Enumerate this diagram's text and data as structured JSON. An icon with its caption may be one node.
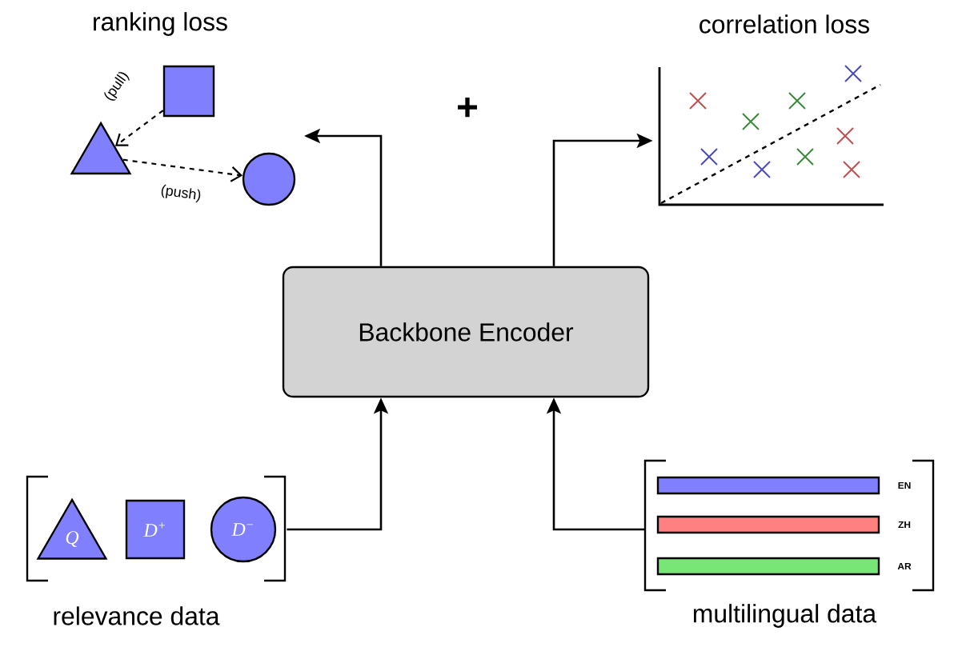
{
  "diagram": {
    "nodes": [
      {
        "text": [
          "Backbone Encoder"
        ]
      },
      {
        "text": [],
        "shape": "triangle"
      },
      {
        "text": [],
        "shape": "box"
      },
      {
        "text": [],
        "shape": "circle"
      },
      {
        "text": [
          "correlation loss"
        ]
      },
      {
        "text": [
          "relevance data"
        ]
      },
      {
        "text": [
          "Q"
        ],
        "in": 5
      },
      {
        "text": [
          "D$^{+}$"
        ],
        "in": 5
      },
      {
        "text": [
          "D$^{−}$"
        ],
        "in": 5
      },
      {
        "text": [
          "multilingual data"
        ]
      },
      {
        "text": [],
        "shape": "bar",
        "beside": [
          "EN"
        ],
        "in": 9
      },
      {
        "text": [],
        "shape": "bar",
        "beside": [
          "ZH"
        ],
        "in": 9
      },
      {
        "text": [],
        "shape": "bar",
        "beside": [
          "AR"
        ],
        "in": 9
      }
    ],
    "edges": [
      {
        "from": 5,
        "to": 0,
        "arrow": "to"
      },
      {
        "from": 9,
        "to": 0,
        "arrow": "to"
      },
      {
        "from": 0,
        "to": null,
        "arrow": "to"
      },
      {
        "from": 0,
        "to": 4,
        "arrow": "to"
      },
      {
        "from": 2,
        "to": 1,
        "arrow": "to",
        "style": "dashed",
        "label": "(pull)"
      },
      {
        "from": 1,
        "to": 3,
        "arrow": "to",
        "style": "dashed",
        "label": "(push)"
      }
    ],
    "labels": [
      "ranking loss",
      "+"
    ]
  }
}
